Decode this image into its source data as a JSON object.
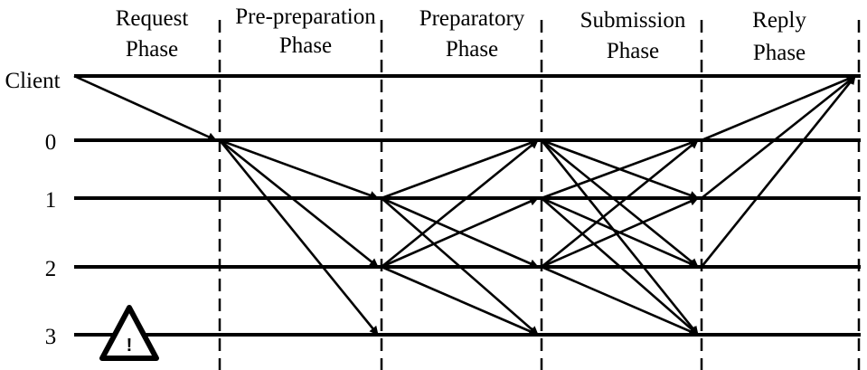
{
  "phases": [
    {
      "line1": "Request",
      "line2": "Phase"
    },
    {
      "line1": "Pre-preparation",
      "line2": "Phase"
    },
    {
      "line1": "Preparatory",
      "line2": "Phase"
    },
    {
      "line1": "Submission",
      "line2": "Phase"
    },
    {
      "line1": "Reply",
      "line2": "Phase"
    }
  ],
  "rows": [
    "Client",
    "0",
    "1",
    "2",
    "3"
  ],
  "faulty_marker": {
    "symbol": "!",
    "icon": "warning-triangle-icon",
    "row": "3"
  },
  "messages": [
    {
      "from": "Client",
      "to": "0",
      "phase": "Request"
    },
    {
      "from": "0",
      "to": "1",
      "phase": "Pre-preparation"
    },
    {
      "from": "0",
      "to": "2",
      "phase": "Pre-preparation"
    },
    {
      "from": "0",
      "to": "3",
      "phase": "Pre-preparation"
    },
    {
      "from": "1",
      "to": "0",
      "phase": "Preparatory"
    },
    {
      "from": "1",
      "to": "2",
      "phase": "Preparatory"
    },
    {
      "from": "1",
      "to": "3",
      "phase": "Preparatory"
    },
    {
      "from": "2",
      "to": "0",
      "phase": "Preparatory"
    },
    {
      "from": "2",
      "to": "1",
      "phase": "Preparatory"
    },
    {
      "from": "2",
      "to": "3",
      "phase": "Preparatory"
    },
    {
      "from": "0",
      "to": "1",
      "phase": "Submission"
    },
    {
      "from": "0",
      "to": "2",
      "phase": "Submission"
    },
    {
      "from": "0",
      "to": "3",
      "phase": "Submission"
    },
    {
      "from": "1",
      "to": "0",
      "phase": "Submission"
    },
    {
      "from": "1",
      "to": "2",
      "phase": "Submission"
    },
    {
      "from": "1",
      "to": "3",
      "phase": "Submission"
    },
    {
      "from": "2",
      "to": "0",
      "phase": "Submission"
    },
    {
      "from": "2",
      "to": "1",
      "phase": "Submission"
    },
    {
      "from": "2",
      "to": "3",
      "phase": "Submission"
    },
    {
      "from": "0",
      "to": "Client",
      "phase": "Reply"
    },
    {
      "from": "1",
      "to": "Client",
      "phase": "Reply"
    },
    {
      "from": "2",
      "to": "Client",
      "phase": "Reply"
    }
  ]
}
